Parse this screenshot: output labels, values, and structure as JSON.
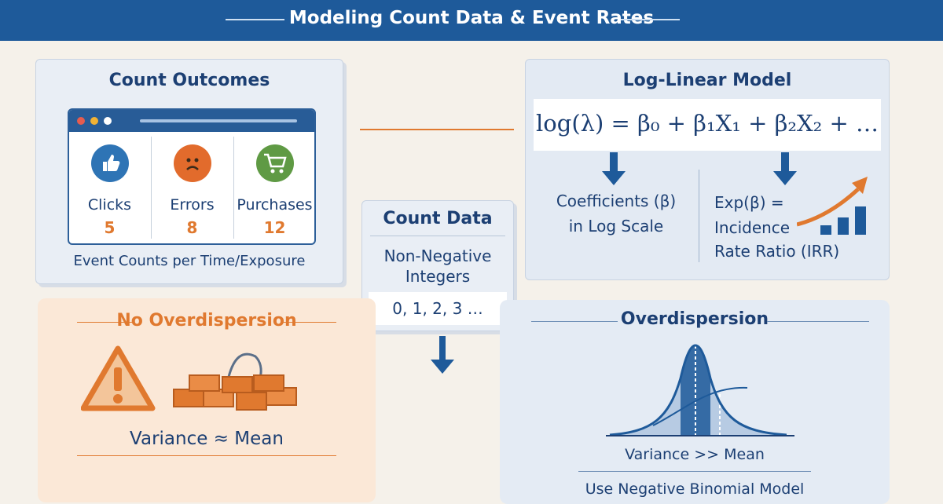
{
  "header": {
    "subtitle": "Modeling Count Data & Event Rates"
  },
  "count_outcomes": {
    "title": "Count Outcomes",
    "items": [
      {
        "label": "Clicks",
        "value": "5",
        "icon": "thumbs-up-icon",
        "color": "#2e74b5"
      },
      {
        "label": "Errors",
        "value": "8",
        "icon": "sad-face-icon",
        "color": "#e26b2c"
      },
      {
        "label": "Purchases",
        "value": "12",
        "icon": "shopping-cart-icon",
        "color": "#5f9a44"
      }
    ],
    "caption": "Event Counts per Time/Exposure"
  },
  "log_linear": {
    "title": "Log-Linear Model",
    "formula": "log(λ) = β₀ + β₁X₁ + β₂X₂ + …",
    "left_text_1": "Coefficients (β)",
    "left_text_2": "in Log Scale",
    "right_text_1": "Exp(β) =",
    "right_text_2": "Incidence",
    "right_text_3": "Rate Ratio (IRR)"
  },
  "count_data": {
    "title": "Count Data",
    "desc_1": "Non-Negative",
    "desc_2": "Integers",
    "values": "0, 1, 2, 3 …"
  },
  "no_overdispersion": {
    "title": "No Overdispersion",
    "relation": "Variance ≈ Mean"
  },
  "overdispersion": {
    "title": "Overdispersion",
    "relation": "Variance >> Mean",
    "model": "Use Negative Binomial Model"
  },
  "colors": {
    "header": "#1e5a9a",
    "accent_orange": "#e0792f",
    "navy": "#1c3f73"
  }
}
